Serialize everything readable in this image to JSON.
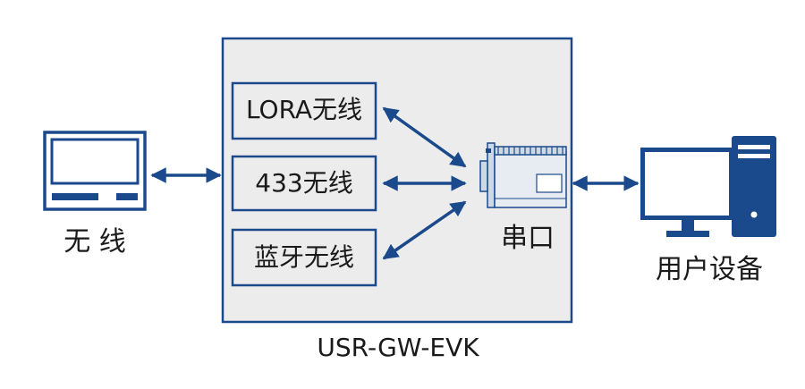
{
  "colors": {
    "stroke": "#1b4a8c",
    "panel_fill": "#ececec",
    "arrow": "#1b4a8c",
    "text": "#1a1a1a",
    "device_fill": "#e6ecf2"
  },
  "icons": {
    "left": "wireless-terminal-icon",
    "middle": "serial-device-icon",
    "right": "user-computer-icon"
  },
  "labels": {
    "left": "无 线",
    "middle": "串口",
    "right": "用户设备",
    "gateway": "USR-GW-EVK"
  },
  "modules": [
    {
      "label": "LORA无线"
    },
    {
      "label": "433无线"
    },
    {
      "label": "蓝牙无线"
    }
  ]
}
